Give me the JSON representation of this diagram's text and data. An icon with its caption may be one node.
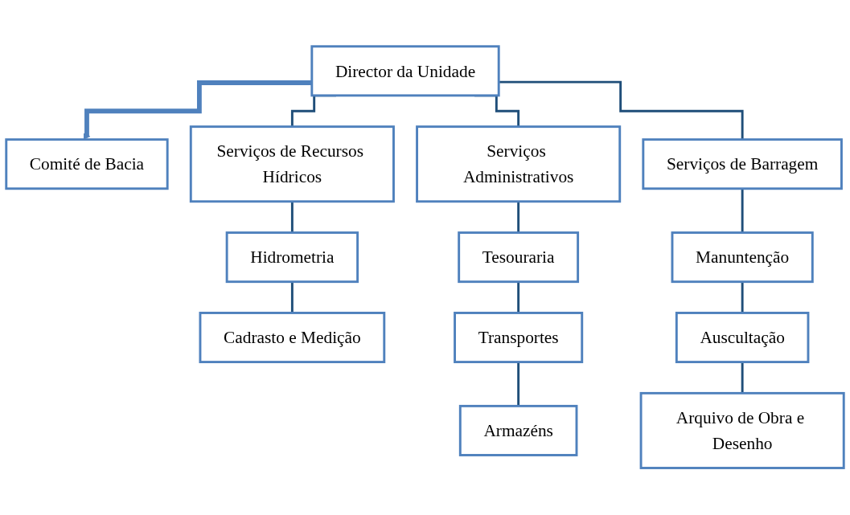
{
  "diagram": {
    "nodes": [
      {
        "text": [
          "Director da Unidade"
        ]
      },
      {
        "text": [
          "Comité de Bacia"
        ]
      },
      {
        "text": [
          "Serviços de Recursos Hídricos"
        ]
      },
      {
        "text": [
          "Serviços Administrativos"
        ]
      },
      {
        "text": [
          "Serviços de Barragem"
        ]
      },
      {
        "text": [
          "Hidrometria"
        ]
      },
      {
        "text": [
          "Cadrasto e Medição"
        ]
      },
      {
        "text": [
          "Tesouraria"
        ]
      },
      {
        "text": [
          "Transportes"
        ]
      },
      {
        "text": [
          "Armazéns"
        ]
      },
      {
        "text": [
          "Manuntenção"
        ]
      },
      {
        "text": [
          "Auscultação"
        ]
      },
      {
        "text": [
          "Arquivo de Obra e Desenho"
        ]
      }
    ],
    "edges": [
      {
        "from": 0,
        "to": 1,
        "arrow": "to",
        "style": "thick"
      },
      {
        "from": 0,
        "to": 2,
        "arrow": "none"
      },
      {
        "from": 0,
        "to": 3,
        "arrow": "none"
      },
      {
        "from": 0,
        "to": 4,
        "arrow": "none"
      },
      {
        "from": 2,
        "to": 5,
        "arrow": "none"
      },
      {
        "from": 5,
        "to": 6,
        "arrow": "none"
      },
      {
        "from": 3,
        "to": 7,
        "arrow": "none"
      },
      {
        "from": 7,
        "to": 8,
        "arrow": "none"
      },
      {
        "from": 8,
        "to": 9,
        "arrow": "none"
      },
      {
        "from": 4,
        "to": 10,
        "arrow": "none"
      },
      {
        "from": 10,
        "to": 11,
        "arrow": "none"
      },
      {
        "from": 11,
        "to": 12,
        "arrow": "none"
      }
    ]
  }
}
